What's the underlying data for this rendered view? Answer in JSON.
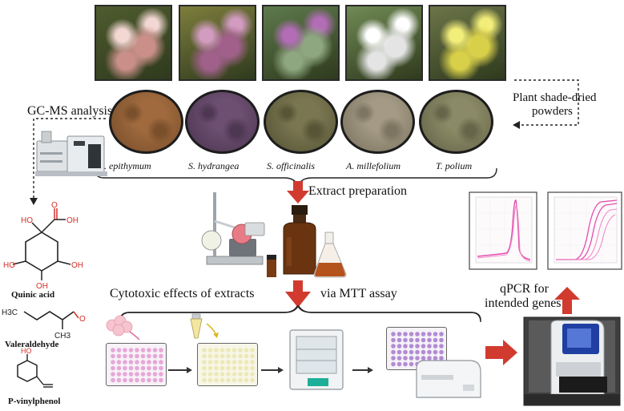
{
  "plants": [
    {
      "name": "C. epithymum",
      "photo_color": "#c98f88",
      "photo_accent": "#f2d7d3",
      "photo_bg": "#4f5b2e",
      "powder_color": "#a06a3e",
      "powder_dark": "#7a4f2b"
    },
    {
      "name": "S. hydrangea",
      "photo_color": "#a0608a",
      "photo_accent": "#d29bc0",
      "photo_bg": "#7d7e3c",
      "powder_color": "#6d4f71",
      "powder_dark": "#4e3753"
    },
    {
      "name": "S. officinalis",
      "photo_color": "#8ea780",
      "photo_accent": "#b36db7",
      "photo_bg": "#5e7a4c",
      "powder_color": "#7a7651",
      "powder_dark": "#575536"
    },
    {
      "name": "A. millefolium",
      "photo_color": "#e4e4e4",
      "photo_accent": "#ffffff",
      "photo_bg": "#708a54",
      "powder_color": "#a49a85",
      "powder_dark": "#7d7561"
    },
    {
      "name": "T. polium",
      "photo_color": "#d9d04a",
      "photo_accent": "#f3ee7a",
      "photo_bg": "#6c7548",
      "powder_color": "#8b8a66",
      "powder_dark": "#66654a"
    }
  ],
  "labels": {
    "gcms": "GC-MS analysis",
    "shade_dried_line1": "Plant shade-dried",
    "shade_dried_line2": "powders",
    "extract_prep": "Extract preparation",
    "cytotoxic": "Cytotoxic effects of extracts",
    "mtt": "via MTT assay",
    "qpcr_line1": "qPCR for",
    "qpcr_line2": "intended genes"
  },
  "compounds": [
    {
      "name": "Quinic acid",
      "atoms": [
        "HO",
        "O",
        "OH",
        "HO",
        "OH",
        "OH"
      ]
    },
    {
      "name": "Valeraldehyde",
      "atoms": [
        "H3C",
        "O",
        "CH3"
      ]
    },
    {
      "name": "P-vinylphenol",
      "atoms": [
        "HO"
      ]
    }
  ],
  "colors": {
    "arrow_red": "#d13b2f",
    "heteroatom_red": "#d6302a",
    "plate_pink": "#e6a8d8",
    "plate_yellow": "#ece9b8",
    "plate_purple": "#b28cd3",
    "curve_pink": "#e24fae"
  }
}
